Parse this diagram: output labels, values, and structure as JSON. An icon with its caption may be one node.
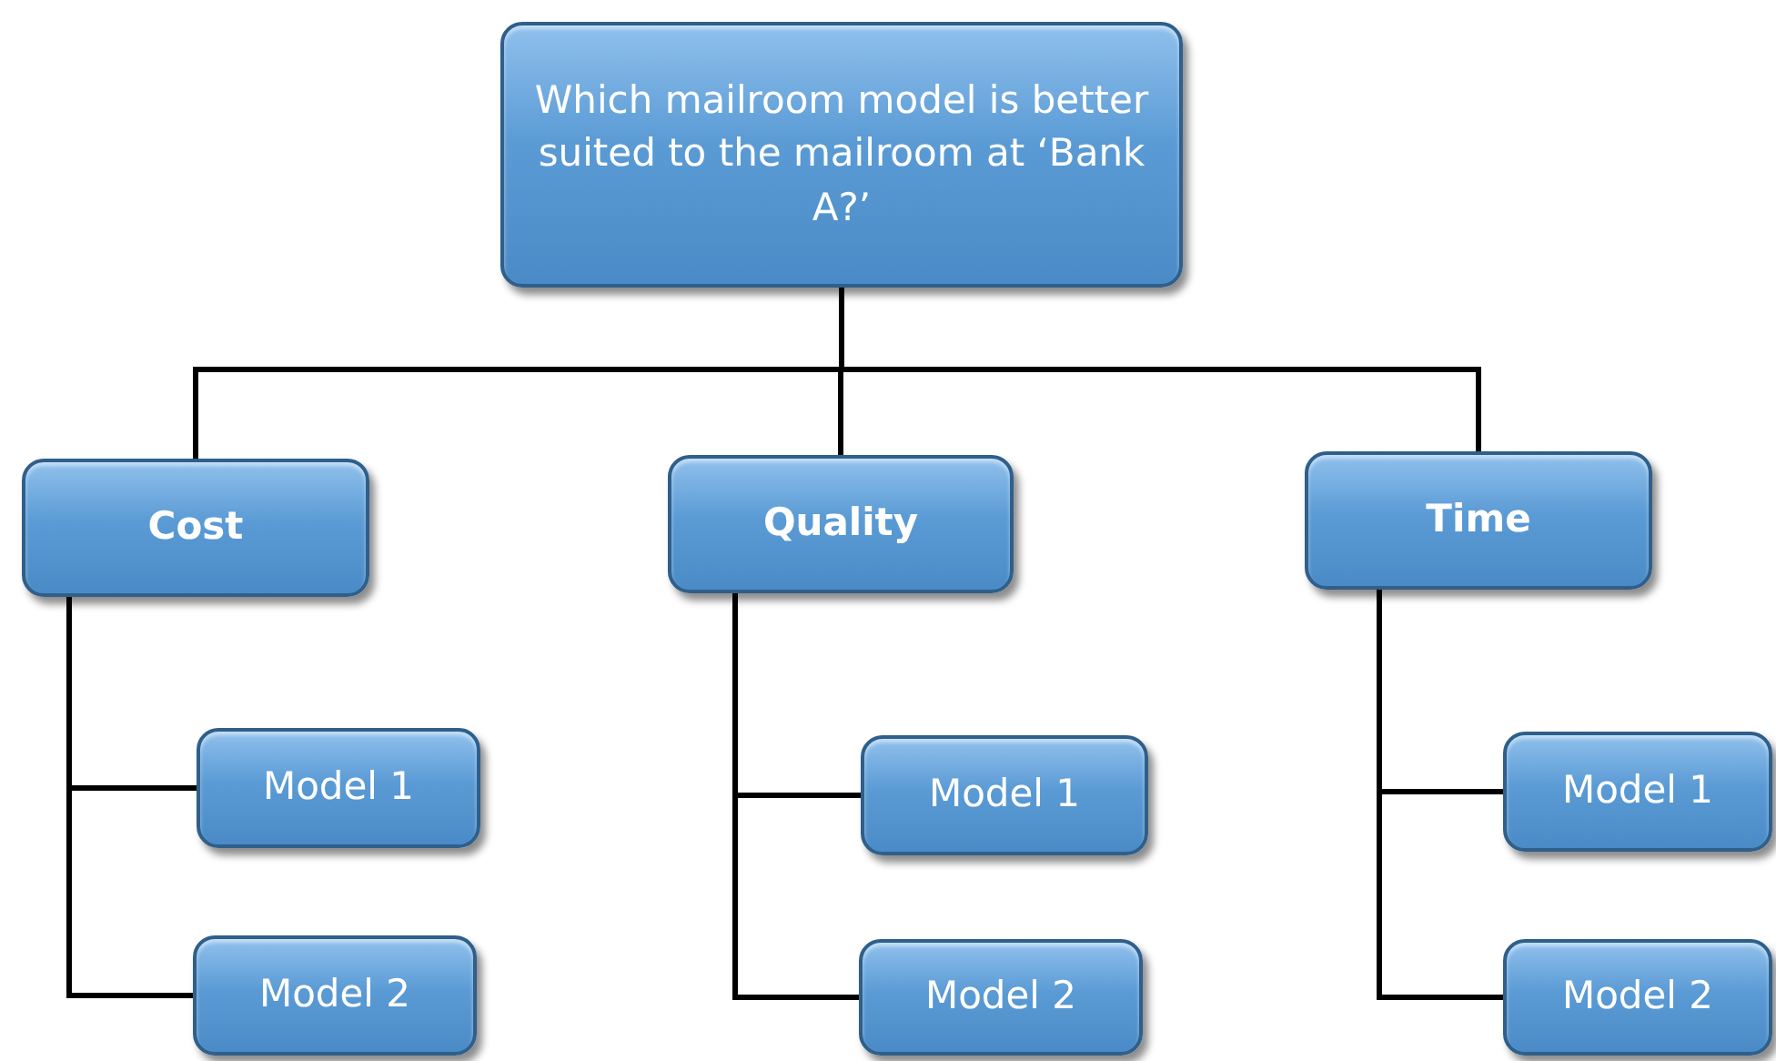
{
  "diagram": {
    "nodes": [
      {
        "text": [
          "Which mailroom model is better suited to the mailroom at ‘Bank A?’"
        ]
      },
      {
        "text": [
          "Cost"
        ]
      },
      {
        "text": [
          "Quality"
        ]
      },
      {
        "text": [
          "Time"
        ]
      },
      {
        "text": [
          "Model 1"
        ]
      },
      {
        "text": [
          "Model 2"
        ]
      },
      {
        "text": [
          "Model 1"
        ]
      },
      {
        "text": [
          "Model 2"
        ]
      },
      {
        "text": [
          "Model 1"
        ]
      },
      {
        "text": [
          "Model 2"
        ]
      }
    ],
    "edges": [
      {
        "from": 0,
        "to": 1,
        "arrow": "none"
      },
      {
        "from": 0,
        "to": 2,
        "arrow": "none"
      },
      {
        "from": 0,
        "to": 3,
        "arrow": "none"
      },
      {
        "from": 1,
        "to": 4,
        "arrow": "none"
      },
      {
        "from": 1,
        "to": 5,
        "arrow": "none"
      },
      {
        "from": 2,
        "to": 6,
        "arrow": "none"
      },
      {
        "from": 2,
        "to": 7,
        "arrow": "none"
      },
      {
        "from": 3,
        "to": 8,
        "arrow": "none"
      },
      {
        "from": 3,
        "to": 9,
        "arrow": "none"
      }
    ]
  }
}
